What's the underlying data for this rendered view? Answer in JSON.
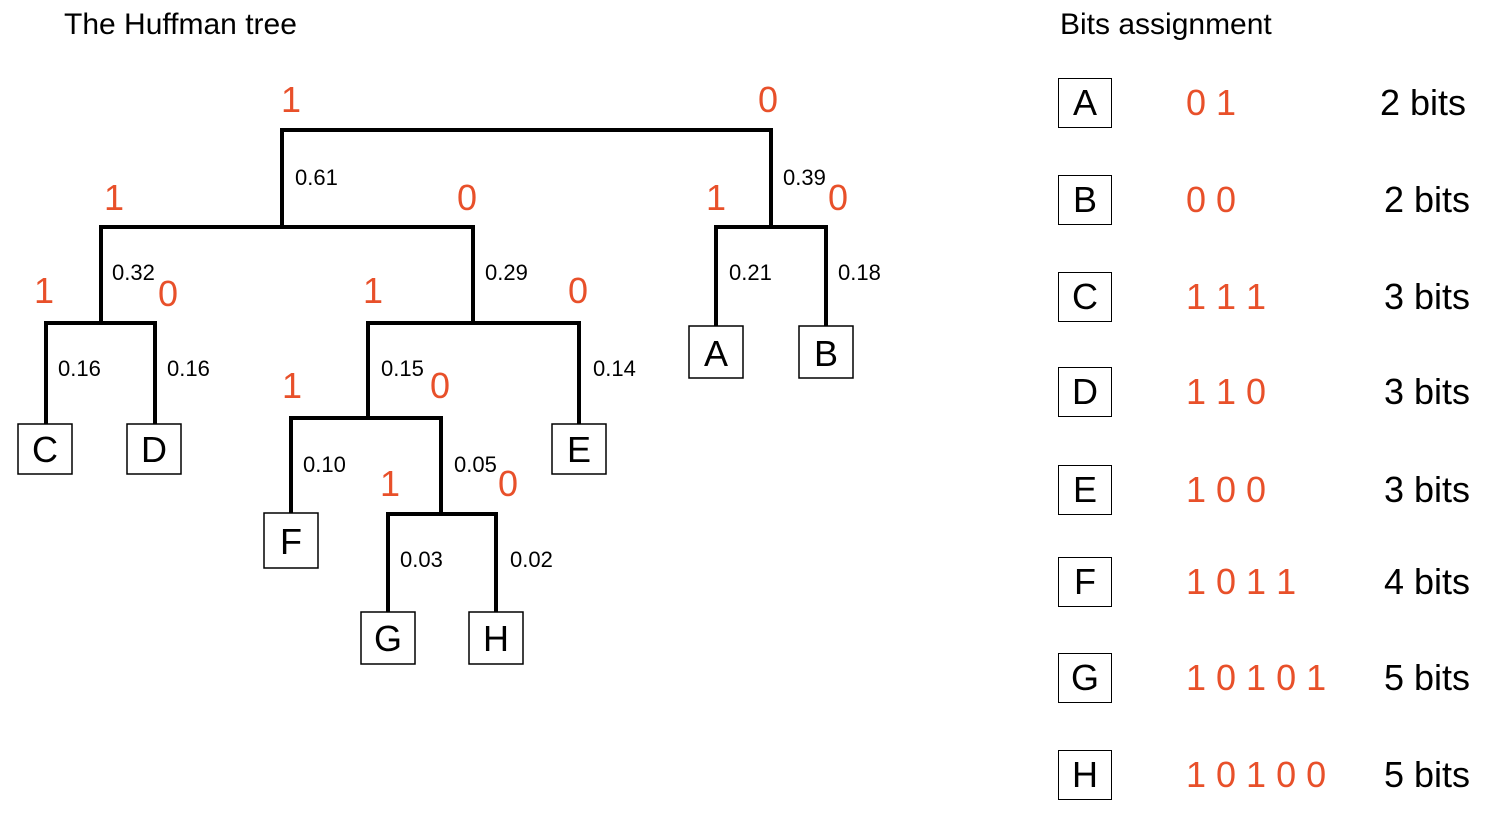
{
  "tree_title": "The Huffman tree",
  "assignment_title": "Bits assignment",
  "colors": {
    "bit_color": "#e8502a",
    "line_color": "#000000"
  },
  "tree": {
    "probabilities": {
      "root_left": "0.61",
      "root_right": "0.39",
      "n061_left": "0.32",
      "n061_right": "0.29",
      "n039_left": "0.21",
      "n039_right": "0.18",
      "n032_left": "0.16",
      "n032_right": "0.16",
      "n029_left": "0.15",
      "n029_right": "0.14",
      "n015_left": "0.10",
      "n015_right": "0.05",
      "n005_left": "0.03",
      "n005_right": "0.02"
    },
    "bits": {
      "root_left": "1",
      "root_right": "0",
      "n061_left": "1",
      "n061_right": "0",
      "n039_left": "1",
      "n039_right": "0",
      "n032_left": "1",
      "n032_right": "0",
      "n029_left": "1",
      "n029_right": "0",
      "n015_left": "1",
      "n015_right": "0",
      "n005_left": "1",
      "n005_right": "0"
    },
    "leaves": {
      "A": "A",
      "B": "B",
      "C": "C",
      "D": "D",
      "E": "E",
      "F": "F",
      "G": "G",
      "H": "H"
    }
  },
  "assignments": [
    {
      "symbol": "A",
      "code": "0 1",
      "bits": "2 bits"
    },
    {
      "symbol": "B",
      "code": "0 0",
      "bits": "2 bits"
    },
    {
      "symbol": "C",
      "code": "1 1 1",
      "bits": "3 bits"
    },
    {
      "symbol": "D",
      "code": "1 1 0",
      "bits": "3 bits"
    },
    {
      "symbol": "E",
      "code": "1 0 0",
      "bits": "3 bits"
    },
    {
      "symbol": "F",
      "code": "1 0 1 1",
      "bits": "4 bits"
    },
    {
      "symbol": "G",
      "code": "1 0 1 0 1",
      "bits": "5 bits"
    },
    {
      "symbol": "H",
      "code": "1 0 1 0 0",
      "bits": "5 bits"
    }
  ]
}
